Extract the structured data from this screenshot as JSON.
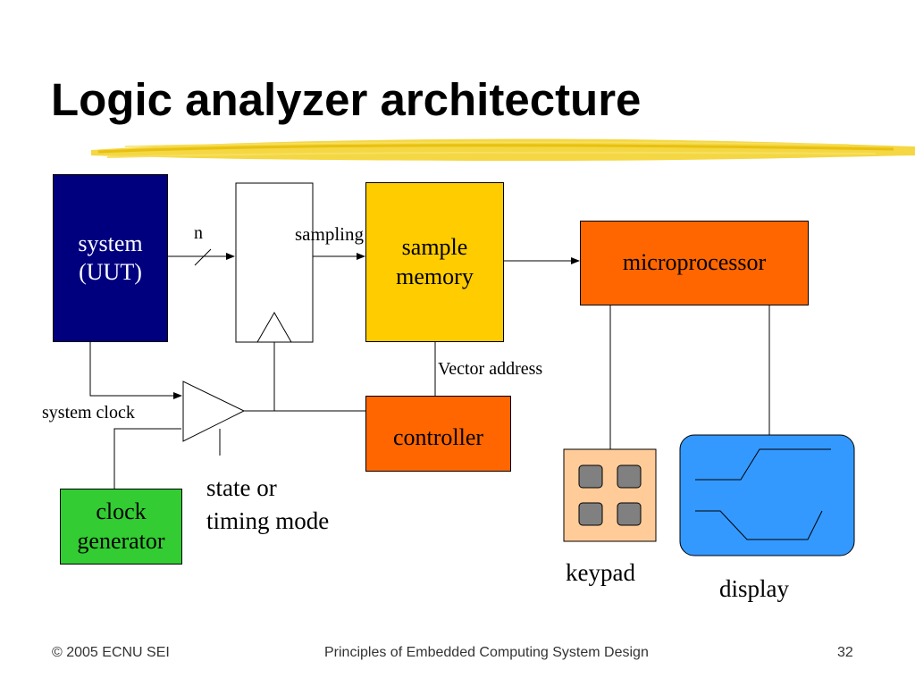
{
  "slide": {
    "title": "Logic analyzer architecture"
  },
  "diagram": {
    "system_box": {
      "line1": "system",
      "line2": "(UUT)"
    },
    "sample_memory_box": {
      "line1": "sample",
      "line2": "memory"
    },
    "microprocessor_box": {
      "label": "microprocessor"
    },
    "controller_box": {
      "label": "controller"
    },
    "clock_generator_box": {
      "line1": "clock",
      "line2": "generator"
    },
    "labels": {
      "n": "n",
      "sampling": "sampling",
      "vector_address": "Vector address",
      "system_clock": "system clock",
      "state_or": "state or",
      "timing_mode": "timing mode",
      "keypad": "keypad",
      "display": "display"
    },
    "colors": {
      "system": "#00007f",
      "sample_memory": "#ffcc00",
      "microprocessor": "#ff6600",
      "controller": "#ff6600",
      "clock_generator": "#33cc33",
      "keypad": "#ffcc99",
      "keypad_keys": "#808080",
      "display": "#3399ff",
      "title_underline": "#f2d022"
    }
  },
  "footer": {
    "copyright": "© 2005 ECNU SEI",
    "course": "Principles of Embedded Computing System Design",
    "page_number": "32"
  }
}
